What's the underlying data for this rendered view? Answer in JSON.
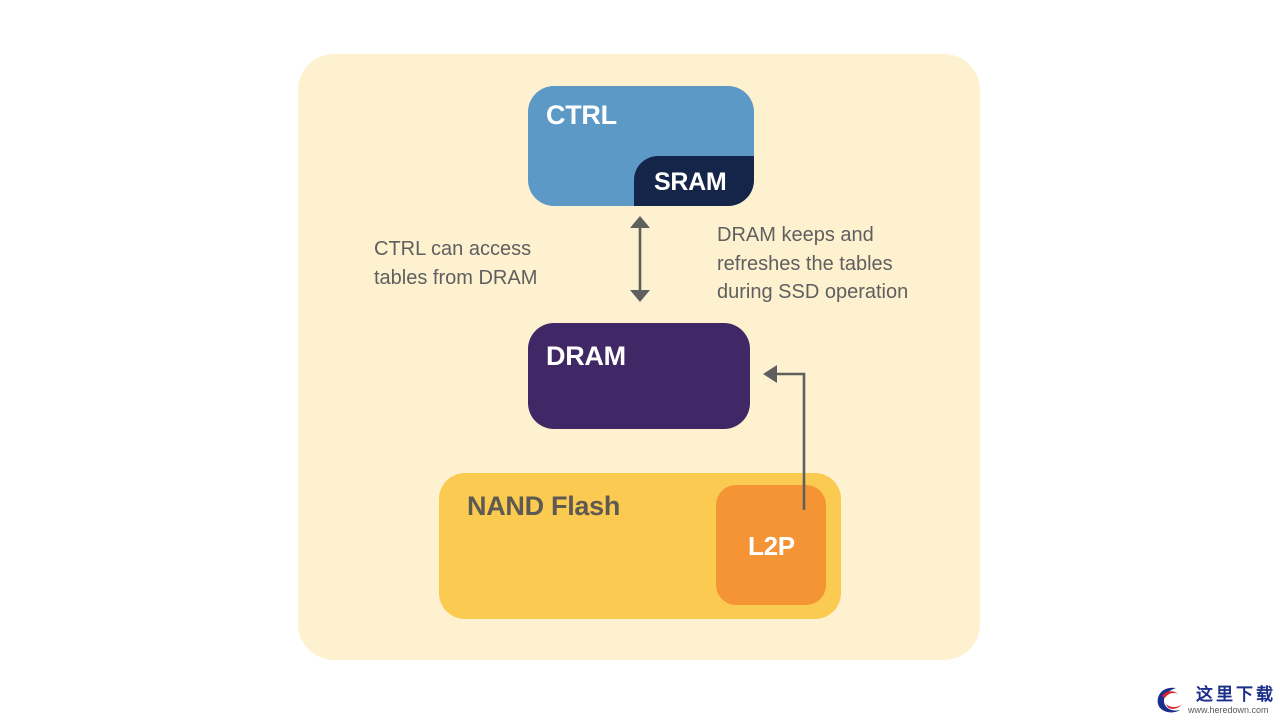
{
  "diagram": {
    "ctrl": {
      "label": "CTRL"
    },
    "sram": {
      "label": "SRAM"
    },
    "dram": {
      "label": "DRAM"
    },
    "nand": {
      "label": "NAND Flash"
    },
    "l2p": {
      "label": "L2P"
    },
    "notes": {
      "ctrl_access": "CTRL can access\ntables from DRAM",
      "dram_refresh": "DRAM keeps and\nrefreshes the tables\nduring SSD operation"
    },
    "colors": {
      "panel": "#fdf1cf",
      "ctrl": "#5d99c6",
      "sram": "#15254a",
      "dram": "#402866",
      "nand": "#fbca50",
      "l2p": "#f59435",
      "arrow": "#5f5f5f"
    }
  },
  "watermark": {
    "brand": "这里下载",
    "url": "www.heredown.com"
  }
}
